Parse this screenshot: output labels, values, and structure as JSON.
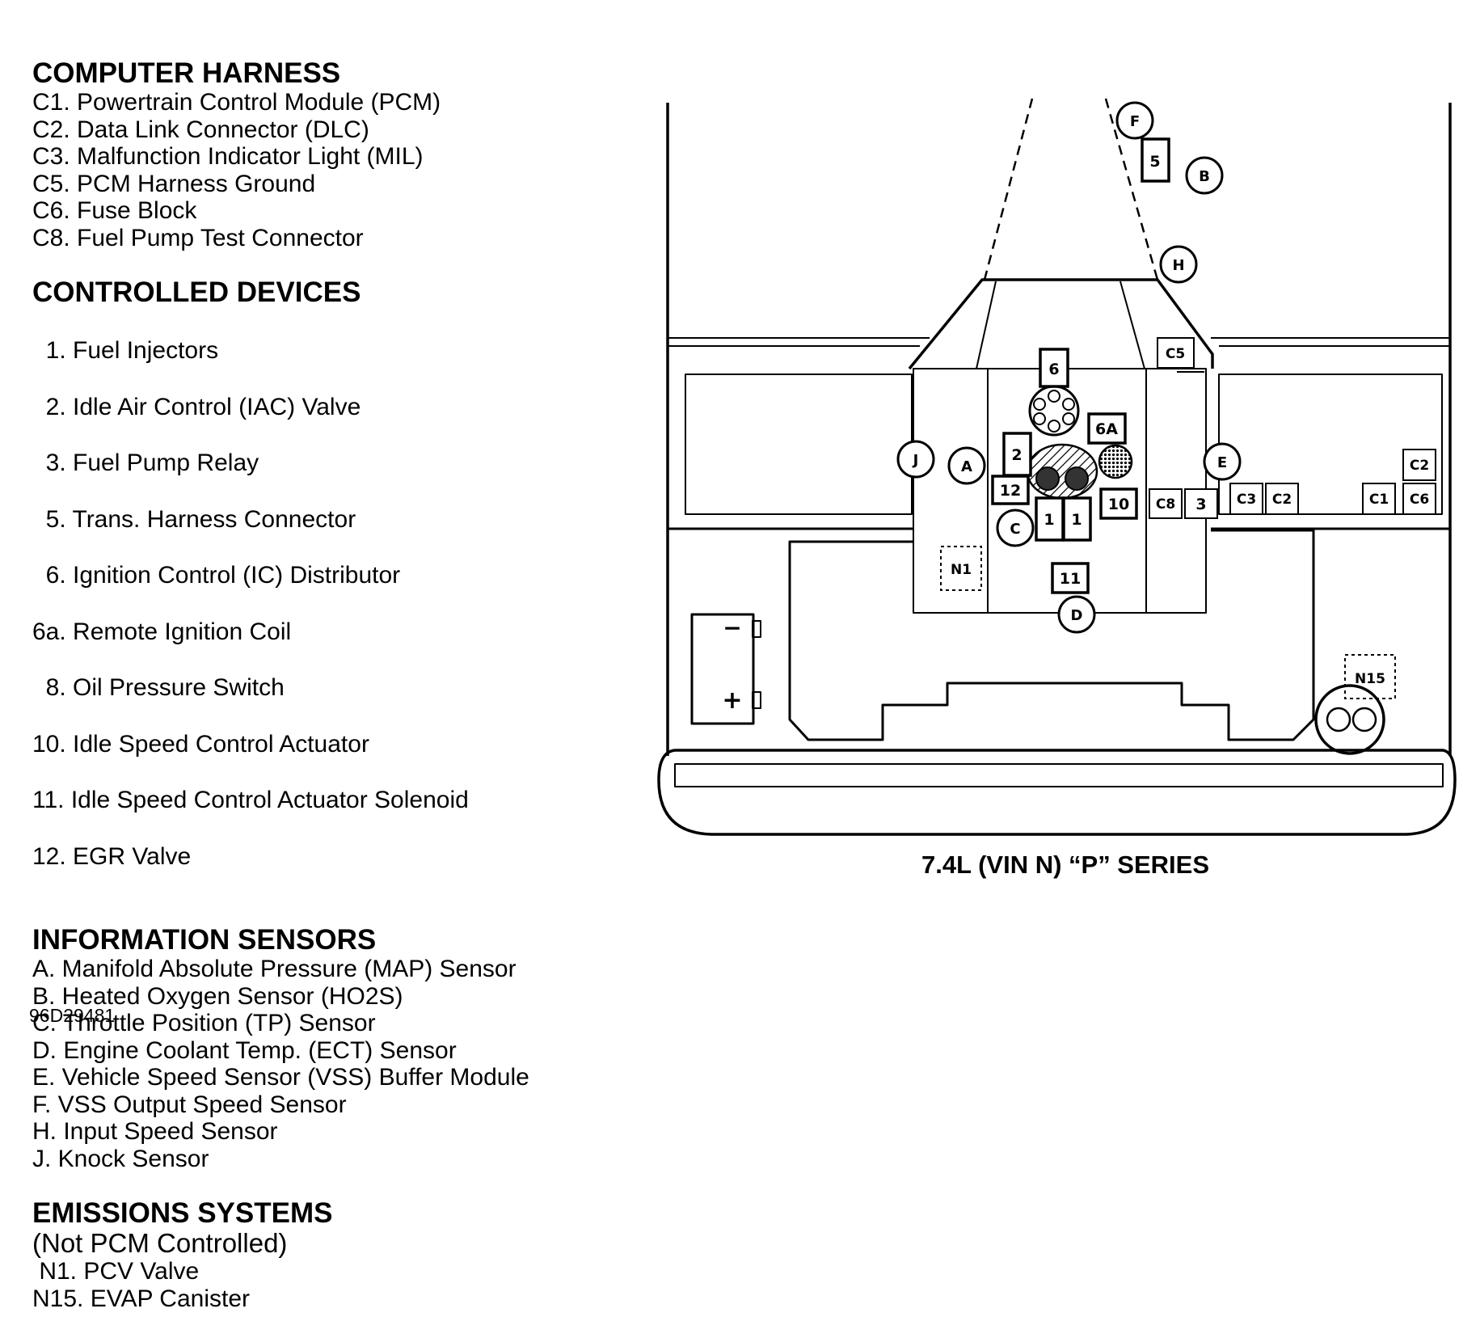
{
  "sections": [
    {
      "title": "COMPUTER HARNESS",
      "items": [
        "C1. Powertrain Control Module (PCM)",
        "C2. Data Link Connector (DLC)",
        "C3. Malfunction Indicator Light (MIL)",
        "C5. PCM Harness Ground",
        "C6. Fuse Block",
        "C8. Fuel Pump Test Connector"
      ]
    },
    {
      "title": "CONTROLLED DEVICES",
      "items": [
        "  1. Fuel Injectors",
        "  2. Idle Air Control (IAC) Valve",
        "  3. Fuel Pump Relay",
        "  5. Trans. Harness Connector",
        "  6. Ignition Control (IC) Distributor",
        "6a. Remote Ignition Coil",
        "  8. Oil Pressure Switch",
        "10. Idle Speed Control Actuator",
        "11. Idle Speed Control Actuator Solenoid",
        "12. EGR Valve"
      ]
    },
    {
      "title": "INFORMATION SENSORS",
      "items": [
        "A. Manifold Absolute Pressure (MAP) Sensor",
        "B. Heated Oxygen Sensor (HO2S)",
        "C. Throttle Position (TP) Sensor",
        "D. Engine Coolant Temp. (ECT) Sensor",
        "E. Vehicle Speed Sensor (VSS) Buffer Module",
        "F. VSS Output Speed Sensor",
        "H. Input Speed Sensor",
        "J. Knock Sensor"
      ]
    },
    {
      "title": "EMISSIONS SYSTEMS",
      "subtitle": "(Not PCM Controlled)",
      "items": [
        " N1. PCV Valve",
        "N15. EVAP Canister"
      ]
    }
  ],
  "figure_code": "96D29481",
  "caption": "7.4L (VIN N) “P” SERIES",
  "diagram_labels": {
    "F": "F",
    "B": "B",
    "H": "H",
    "J": "J",
    "A": "A",
    "E": "E",
    "C": "C",
    "D": "D",
    "n5": "5",
    "n6": "6",
    "n6A": "6A",
    "n2": "2",
    "n12": "12",
    "n1a": "1",
    "n1b": "1",
    "n10": "10",
    "n11": "11",
    "n3": "3",
    "C5": "C5",
    "C8": "C8",
    "C3": "C3",
    "C2a": "C2",
    "C2b": "C2",
    "C1": "C1",
    "C6": "C6",
    "N1": "N1",
    "N15": "N15",
    "bat_minus": "−",
    "bat_plus": "+"
  }
}
